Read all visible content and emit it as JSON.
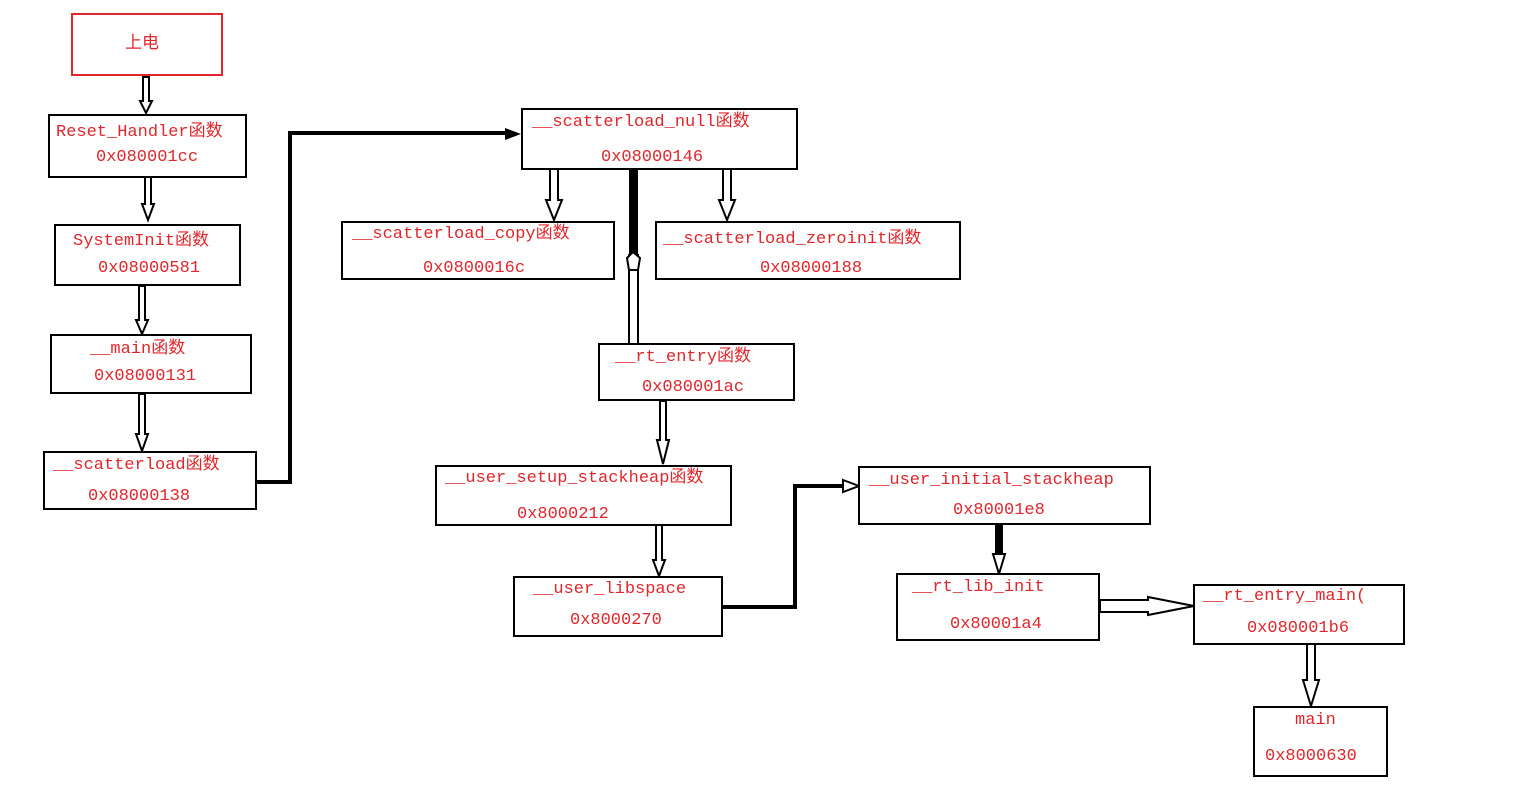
{
  "colors": {
    "text": "#e0262c",
    "border": "#000000",
    "start_border": "#e0262c",
    "background": "#ffffff"
  },
  "nodes": {
    "power_on": {
      "name": "上电"
    },
    "reset_handler": {
      "name": "Reset_Handler函数",
      "address": "0x080001cc"
    },
    "system_init": {
      "name": "SystemInit函数",
      "address": "0x08000581"
    },
    "main_func": {
      "name": "__main函数",
      "address": "0x08000131"
    },
    "scatterload": {
      "name": "__scatterload函数",
      "address": "0x08000138"
    },
    "scatterload_null": {
      "name": "__scatterload_null函数",
      "address": "0x08000146"
    },
    "scatterload_copy": {
      "name": "__scatterload_copy函数",
      "address": "0x0800016c"
    },
    "scatterload_zeroinit": {
      "name": "__scatterload_zeroinit函数",
      "address": "0x08000188"
    },
    "rt_entry": {
      "name": "__rt_entry函数",
      "address": "0x080001ac"
    },
    "user_setup_stackheap": {
      "name": "__user_setup_stackheap函数",
      "address": "0x8000212"
    },
    "user_libspace": {
      "name": "__user_libspace",
      "address": "0x8000270"
    },
    "user_initial_stackheap": {
      "name": "__user_initial_stackheap",
      "address": "0x80001e8"
    },
    "rt_lib_init": {
      "name": "__rt_lib_init",
      "address": "0x80001a4"
    },
    "rt_entry_main": {
      "name": "__rt_entry_main(",
      "address": "0x080001b6"
    },
    "main": {
      "name": "main",
      "address": "0x8000630"
    }
  }
}
